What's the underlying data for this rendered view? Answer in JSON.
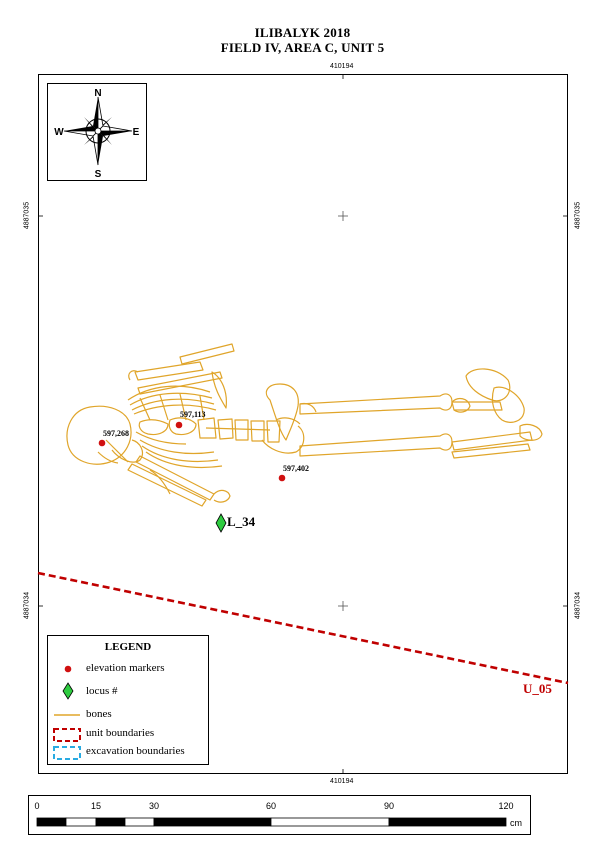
{
  "title": {
    "line1": "ILIBALYK 2018",
    "line2": "FIELD IV, AREA C, UNIT 5"
  },
  "coordinates": {
    "top_easting": "410194",
    "bottom_easting": "410194",
    "left_upper_northing": "4887035",
    "right_upper_northing": "4887035",
    "left_lower_northing": "4887034",
    "right_lower_northing": "4887034"
  },
  "compass": {
    "north": "N",
    "south": "S",
    "east": "E",
    "west": "W",
    "icon": "compass-rose-icon"
  },
  "elevation_markers": [
    {
      "label": "597,268"
    },
    {
      "label": "597,113"
    },
    {
      "label": "597,402"
    }
  ],
  "locus": {
    "label": "L_34"
  },
  "unit_boundary": {
    "label": "U_05"
  },
  "legend": {
    "title": "LEGEND",
    "items": [
      {
        "label": "elevation markers"
      },
      {
        "label": "locus #"
      },
      {
        "label": "bones"
      },
      {
        "label": "unit boundaries"
      },
      {
        "label": "excavation boundaries"
      }
    ]
  },
  "scale": {
    "ticks": [
      "0",
      "15",
      "30",
      "60",
      "90",
      "120"
    ],
    "unit": "cm"
  },
  "colors": {
    "bones": "#e0a52a",
    "elevation_marker": "#d01010",
    "locus_marker": "#2ecc40",
    "unit_boundary": "#c00000",
    "excavation_boundary": "#29abe2"
  }
}
